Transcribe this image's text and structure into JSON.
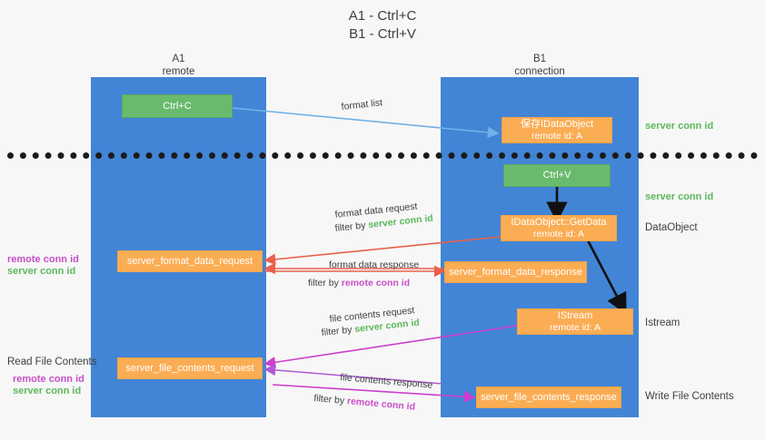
{
  "title": {
    "line1": "A1 - Ctrl+C",
    "line2": "B1 - Ctrl+V"
  },
  "lanes": [
    {
      "id": "A1",
      "name": "A1",
      "sub": "remote"
    },
    {
      "id": "B1",
      "name": "B1",
      "sub": "connection"
    }
  ],
  "nodes": {
    "ctrl_c": {
      "line1": "Ctrl+C",
      "line2": ""
    },
    "save_idataobject": {
      "line1": "保存IDataObject",
      "line2": "remote id: A"
    },
    "ctrl_v": {
      "line1": "Ctrl+V",
      "line2": ""
    },
    "idataobject_getdata": {
      "line1": "IDataObject::GetData",
      "line2": "remote id: A"
    },
    "server_format_data_request": {
      "line1": "server_format_data_request",
      "line2": ""
    },
    "server_format_data_response": {
      "line1": "server_format_data_response",
      "line2": ""
    },
    "istream": {
      "line1": "IStream",
      "line2": "remote id: A"
    },
    "server_file_contents_request": {
      "line1": "server_file_contents_request",
      "line2": ""
    },
    "server_file_contents_response": {
      "line1": "server_file_contents_response",
      "line2": ""
    }
  },
  "edge_labels": {
    "format_list": "format list",
    "format_data_request": "format data request",
    "format_data_response": "format data response",
    "file_contents_request": "file contents request",
    "file_contents_response": "file contents response",
    "filter_by": "filter by ",
    "server_conn_id": "server conn id",
    "remote_conn_id": "remote conn id"
  },
  "annotations": {
    "right_server_conn_id_top": "server conn id",
    "right_server_conn_id_mid": "server conn id",
    "right_dataobject": "DataObject",
    "right_istream": "Istream",
    "right_write_file_contents": "Write File Contents",
    "left_remote_conn_id_1": "remote conn id",
    "left_server_conn_id_1": "server conn id",
    "left_read_file_contents": "Read File Contents",
    "left_remote_conn_id_2": "remote conn id",
    "left_server_conn_id_2": "server conn id"
  },
  "colors": {
    "lane": "#4285d6",
    "node_green": "#6aba6e",
    "node_orange": "#fbad54",
    "arrow_blue": "#6fb1e8",
    "arrow_red": "#e8604c",
    "arrow_magenta": "#cc3ecc",
    "arrow_purple": "#b05ad6",
    "arrow_black": "#111111",
    "text_green": "#5cb85c",
    "text_magenta": "#c94fc9",
    "background": "#f7f7f7"
  }
}
